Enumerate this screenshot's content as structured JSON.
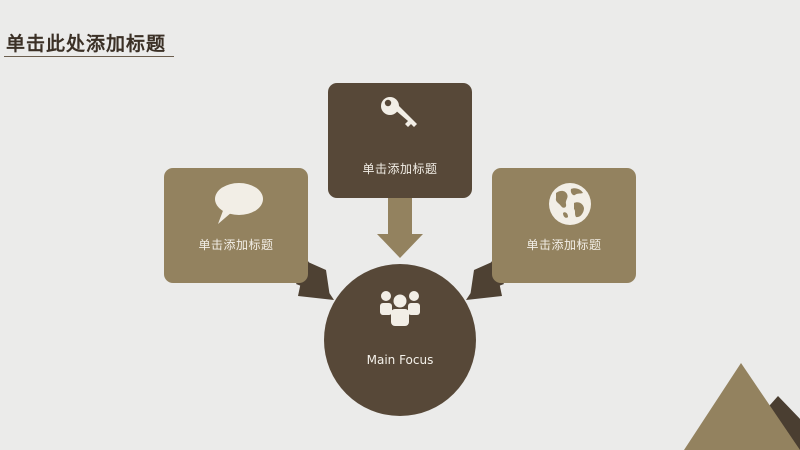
{
  "slide": {
    "title": "单击此处添加标题"
  },
  "diagram": {
    "top_box": {
      "label": "单击添加标题",
      "icon": "key-icon"
    },
    "left_box": {
      "label": "单击添加标题",
      "icon": "speech-bubble-icon"
    },
    "right_box": {
      "label": "单击添加标题",
      "icon": "globe-icon"
    },
    "center": {
      "label": "Main Focus",
      "icon": "people-group-icon"
    }
  },
  "colors": {
    "background": "#ebebea",
    "dark_brown": "#574838",
    "tan": "#93825f",
    "arrow": "#4e4133",
    "text_light": "#f2eee6"
  }
}
